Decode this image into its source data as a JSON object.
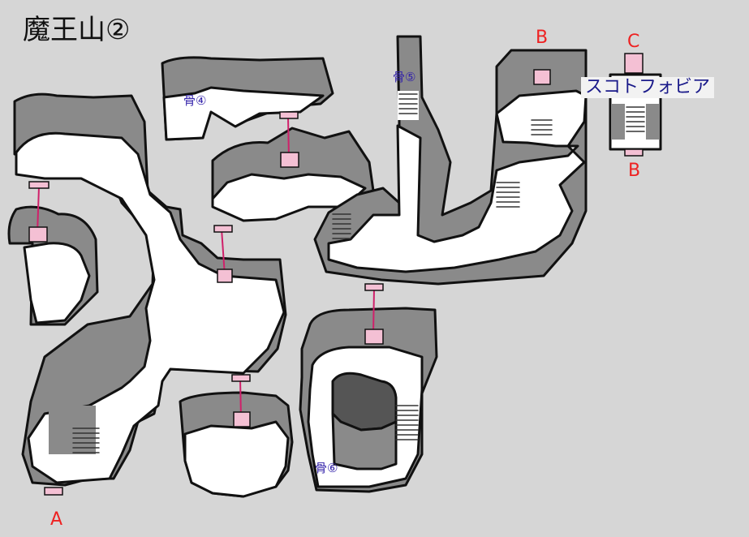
{
  "title": "魔王山②",
  "exits": {
    "a": "A",
    "b_top": "B",
    "b_legend": "B",
    "c_legend": "C"
  },
  "bones": {
    "four": "骨④",
    "five": "骨⑤",
    "six": "骨⑥"
  },
  "legend": {
    "label": "スコトフォビア"
  },
  "colors": {
    "background": "#d6d6d6",
    "floor": "#ffffff",
    "wall": "#8a8a8a",
    "pillar": "#555555",
    "marker": "#f4c0d4",
    "link": "#d0206a",
    "outline": "#111111"
  }
}
